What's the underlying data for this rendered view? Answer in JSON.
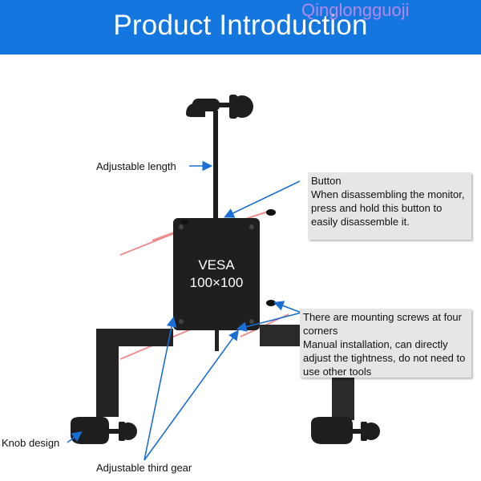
{
  "banner": {
    "title": "Product Introduction",
    "watermark": "Qinglongguoji",
    "color": "#1477e0"
  },
  "plate": {
    "line1": "VESA",
    "line2": "100×100"
  },
  "labels": {
    "adjustable_length": "Adjustable length",
    "knob_design": "Knob design",
    "adjustable_third_gear": "Adjustable third gear"
  },
  "callouts": {
    "button": {
      "title": "Button",
      "text": "When disassembling the monitor, press and hold this button to easily disassemble it."
    },
    "screws": {
      "title": "There are mounting screws at four corners",
      "text": "Manual installation, can directly adjust the tightness, do not need to use other tools"
    }
  },
  "colors": {
    "mount": "#1e1e1e",
    "arrow": "#1a6fd6",
    "laser": "#e23030",
    "callout_bg": "#e6e6e6"
  }
}
